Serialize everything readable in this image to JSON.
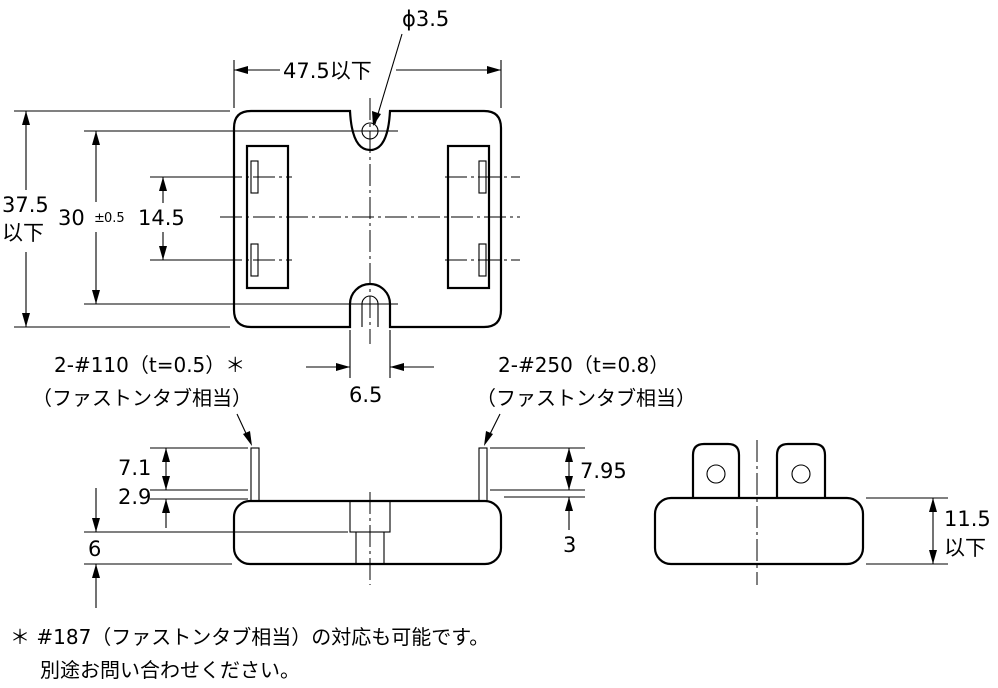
{
  "dimensions": {
    "hole": "ϕ3.5",
    "width": "47.5以下",
    "height_value": "37.5",
    "height_suffix": "以下",
    "pitch_value": "30",
    "pitch_tol_sign": "±",
    "pitch_tol": "0.5",
    "tab_pitch": "14.5",
    "slot_width": "6.5",
    "tab_left_height": "7.1",
    "tab_left_offset": "2.9",
    "body_thickness": "6",
    "tab_right_height": "7.95",
    "tab_right_offset": "3",
    "side_height_value": "11.5",
    "side_height_suffix": "以下"
  },
  "labels": {
    "left_tab_line1": "2-#110（t=0.5）＊",
    "left_tab_line2": "（ファストンタブ相当）",
    "right_tab_line1": "2-#250（t=0.8）",
    "right_tab_line2": "（ファストンタブ相当）"
  },
  "notes": {
    "line1": "＊ #187（ファストンタブ相当）の対応も可能です。",
    "line2": "別途お問い合わせください。"
  }
}
